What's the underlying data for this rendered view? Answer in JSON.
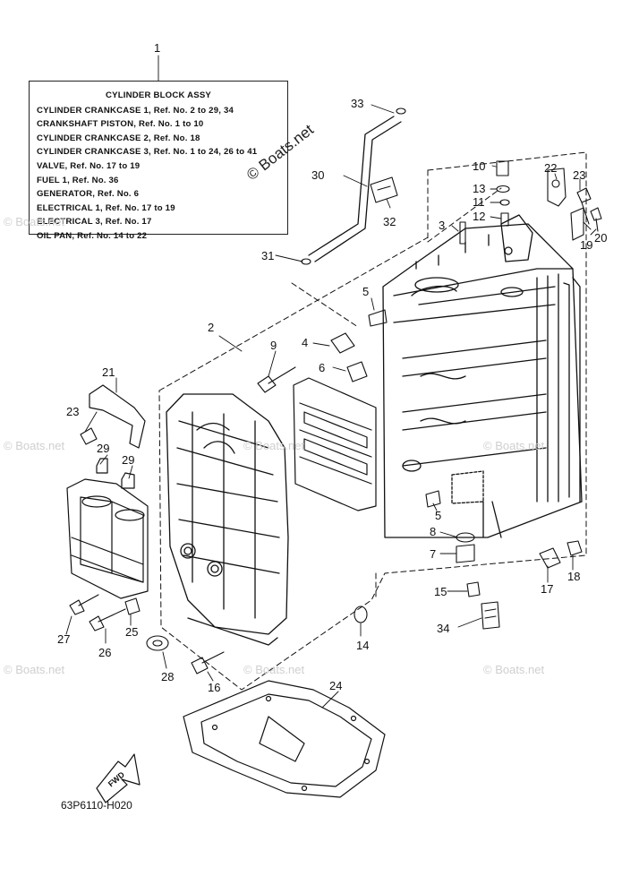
{
  "legend": {
    "callout": "1",
    "title": "CYLINDER BLOCK ASSY",
    "lines": [
      "CYLINDER CRANKCASE 1,  Ref. No. 2 to 29, 34",
      "CRANKSHAFT PISTON,  Ref. No.  1 to 10",
      "CYLINDER CRANKCASE 2,  Ref. No. 18",
      "CYLINDER CRANKCASE 3,  Ref. No. 1 to 24, 26 to 41",
      "VALVE,  Ref. No. 17 to 19",
      "FUEL 1,  Ref. No. 36",
      "GENERATOR,  Ref. No. 6",
      "ELECTRICAL 1,  Ref. No. 17 to 19",
      "ELECTRICAL 3,  Ref. No. 17",
      "OIL PAN,  Ref. No. 14 to 22"
    ]
  },
  "callouts": [
    "1",
    "2",
    "3",
    "4",
    "5",
    "5",
    "6",
    "7",
    "8",
    "9",
    "10",
    "11",
    "12",
    "13",
    "14",
    "15",
    "16",
    "17",
    "18",
    "19",
    "20",
    "21",
    "22",
    "23",
    "23",
    "24",
    "25",
    "26",
    "27",
    "28",
    "29",
    "29",
    "30",
    "31",
    "32",
    "33",
    "34"
  ],
  "watermark": {
    "main": "© Boats.net",
    "faint": "© Boats.net"
  },
  "fwd_label": "FWD",
  "part_code": "63P6110-H020"
}
